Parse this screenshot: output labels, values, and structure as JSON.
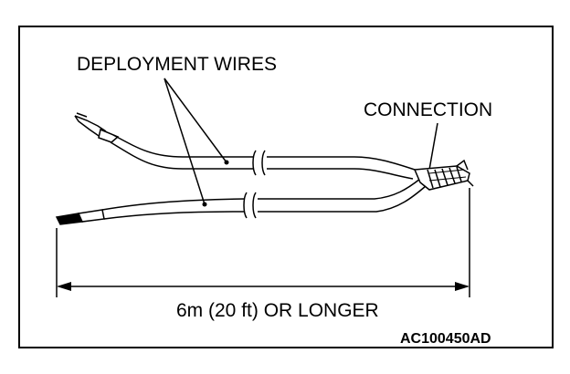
{
  "labels": {
    "deployment_wires": "DEPLOYMENT WIRES",
    "connection": "CONNECTION",
    "length": "6m (20 ft) OR LONGER",
    "figure_code": "AC100450AD"
  }
}
